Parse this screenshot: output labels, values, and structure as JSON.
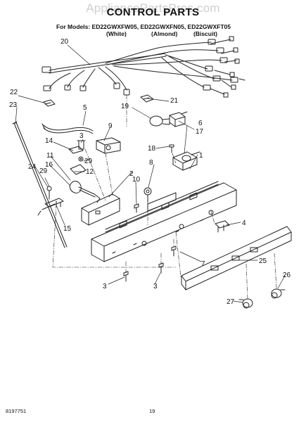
{
  "watermark": "AppliancePartsPros.com",
  "title": "CONTROL PARTS",
  "models_line": "For Models: ED22GWXFW05, ED22GWXFN05, ED22GWXFT05",
  "variants": [
    "(White)",
    "(Almond)",
    "(Biscuit)"
  ],
  "part_callouts": [
    "20",
    "22",
    "23",
    "5",
    "21",
    "19",
    "17",
    "3",
    "9",
    "14",
    "6",
    "18",
    "1",
    "11",
    "29",
    "12",
    "16",
    "8",
    "10",
    "2",
    "24",
    "29",
    "15",
    "4",
    "7",
    "25",
    "26",
    "3",
    "3",
    "27"
  ],
  "footer": {
    "doc_number": "8197751",
    "page_number": "19"
  }
}
